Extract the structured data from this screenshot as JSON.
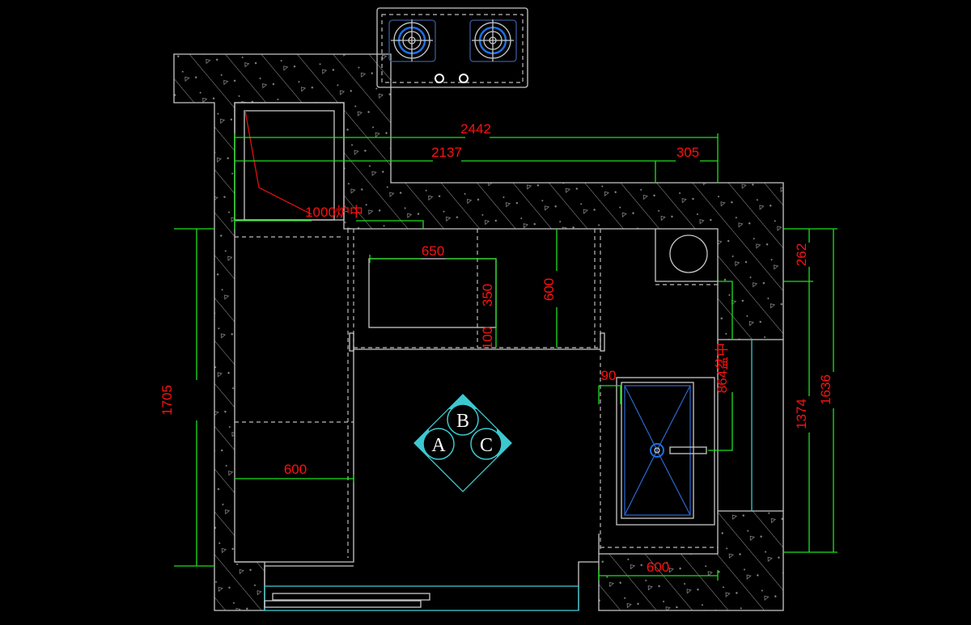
{
  "drawing": {
    "dimensions": {
      "total_width": "2442",
      "width_main": "2137",
      "width_right": "305",
      "stove_center": "1000炉中",
      "counter_depth_top": "650",
      "cabinet_350": "350",
      "gap_100": "100",
      "depth_600_top": "600",
      "offset_90": "90",
      "sink_center": "864盆中",
      "right_262": "262",
      "right_1374": "1374",
      "right_1636": "1636",
      "left_1705": "1705",
      "left_600": "600",
      "bottom_600": "600"
    },
    "symbol": {
      "a": "A",
      "b": "B",
      "c": "C"
    },
    "colors": {
      "dimension_line": "#1ee01e",
      "dimension_text": "#ff1010",
      "wall": "#c8c8c8",
      "glass": "#3cc8d0",
      "fixture": "#2a5fc0"
    }
  }
}
